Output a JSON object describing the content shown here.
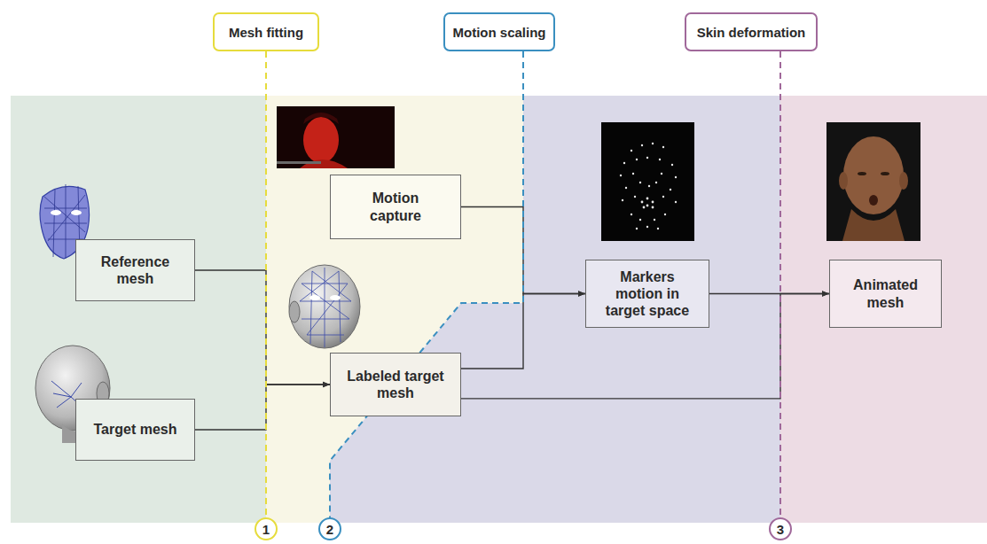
{
  "diagram": {
    "nodes": [
      {
        "text": [
          "Mesh fitting"
        ]
      },
      {
        "text": [
          "Motion scaling"
        ]
      },
      {
        "text": [
          "Skin deformation"
        ]
      },
      {
        "text": [
          "Reference mesh"
        ]
      },
      {
        "text": [
          "Target mesh"
        ]
      },
      {
        "text": [
          "Motion capture"
        ]
      },
      {
        "text": [
          "Labeled target mesh"
        ]
      },
      {
        "text": [
          "Markers motion in target space"
        ]
      },
      {
        "text": [
          "Animated mesh"
        ]
      },
      {
        "text": [
          "1"
        ]
      },
      {
        "text": [
          "2"
        ]
      },
      {
        "text": [
          "3"
        ]
      }
    ],
    "edges": [
      {
        "from": 3,
        "to": 6,
        "arrow": "to"
      },
      {
        "from": 4,
        "to": 6,
        "arrow": "to"
      },
      {
        "from": 5,
        "to": 7,
        "arrow": "to"
      },
      {
        "from": 6,
        "to": 7,
        "arrow": "to"
      },
      {
        "from": 7,
        "to": 8,
        "arrow": "to"
      },
      {
        "from": 6,
        "to": 8,
        "arrow": "to"
      },
      {
        "from": 0,
        "to": 9,
        "arrow": "none"
      },
      {
        "from": 1,
        "to": 10,
        "arrow": "none"
      },
      {
        "from": 2,
        "to": 11,
        "arrow": "none"
      }
    ]
  }
}
